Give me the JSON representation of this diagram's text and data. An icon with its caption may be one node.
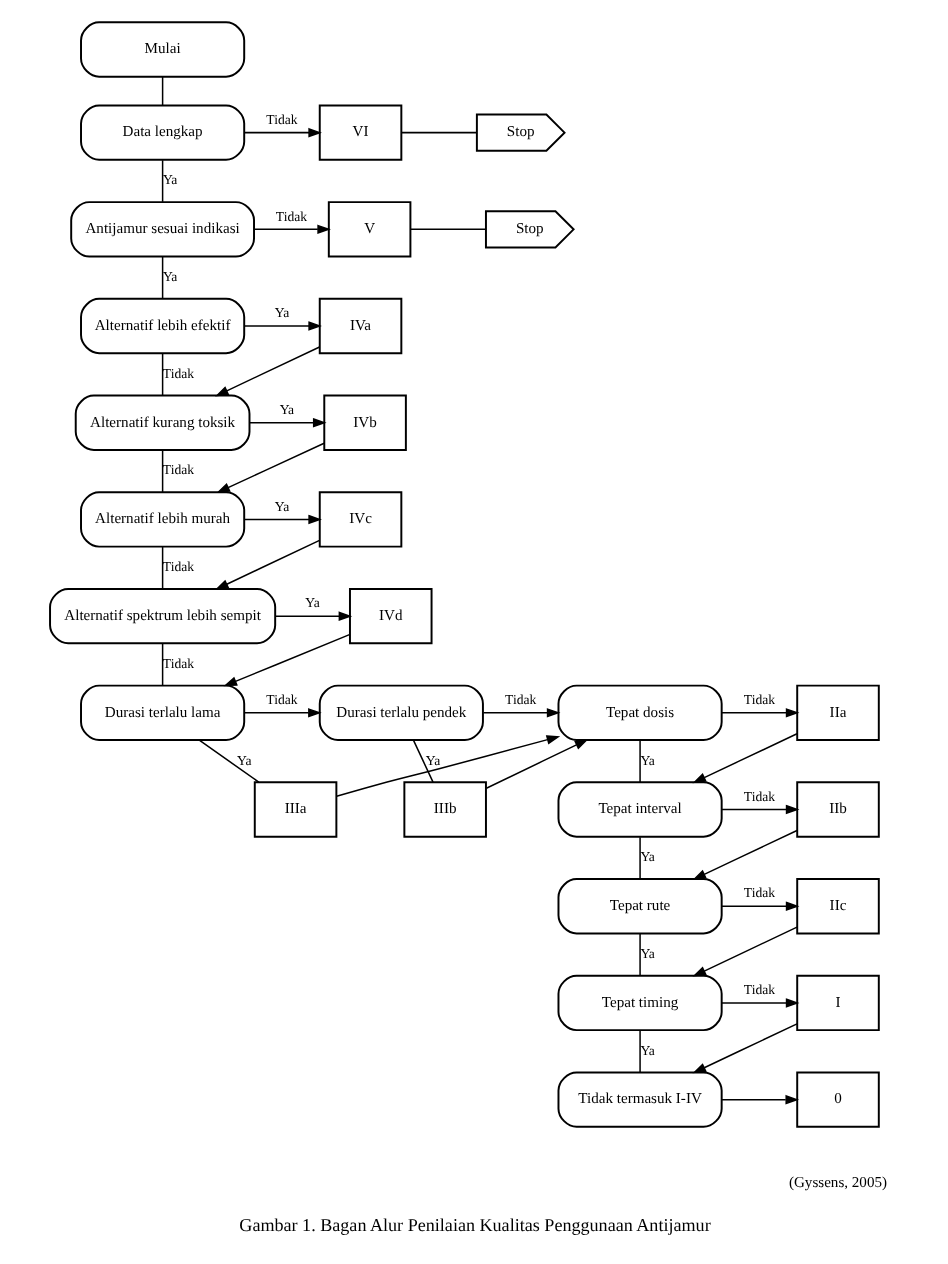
{
  "diagram": {
    "caption": "Gambar 1. Bagan Alur Penilaian Kualitas Penggunaan Antijamur",
    "nodes": [
      {
        "text": [
          "Mulai"
        ]
      },
      {
        "text": [
          "Data lengkap"
        ]
      },
      {
        "text": [
          "VI"
        ]
      },
      {
        "text": [
          "Stop"
        ]
      },
      {
        "text": [
          "Antijamur sesuai indikasi"
        ]
      },
      {
        "text": [
          "V"
        ]
      },
      {
        "text": [
          "Stop"
        ]
      },
      {
        "text": [
          "Alternatif lebih efektif"
        ]
      },
      {
        "text": [
          "IVa"
        ]
      },
      {
        "text": [
          "Alternatif kurang toksik"
        ]
      },
      {
        "text": [
          "IVb"
        ]
      },
      {
        "text": [
          "Alternatif lebih murah"
        ]
      },
      {
        "text": [
          "IVc"
        ]
      },
      {
        "text": [
          "Alternatif spektrum lebih sempit"
        ]
      },
      {
        "text": [
          "IVd"
        ]
      },
      {
        "text": [
          "Durasi terlalu lama"
        ]
      },
      {
        "text": [
          "Durasi terlalu pendek"
        ]
      },
      {
        "text": [
          "IIIa"
        ]
      },
      {
        "text": [
          "IIIb"
        ]
      },
      {
        "text": [
          "Tepat dosis"
        ]
      },
      {
        "text": [
          "IIa"
        ]
      },
      {
        "text": [
          "Tepat interval"
        ]
      },
      {
        "text": [
          "IIb"
        ]
      },
      {
        "text": [
          "Tepat rute"
        ]
      },
      {
        "text": [
          "IIc"
        ]
      },
      {
        "text": [
          "Tepat timing"
        ]
      },
      {
        "text": [
          "I"
        ]
      },
      {
        "text": [
          "Tidak termasuk I-IV"
        ]
      },
      {
        "text": [
          "0"
        ]
      }
    ],
    "edges": [
      {
        "from": 0,
        "to": 1,
        "arrow": "none"
      },
      {
        "from": 1,
        "to": 2,
        "arrow": "to",
        "label": "Tidak"
      },
      {
        "from": 2,
        "to": 3,
        "arrow": "none"
      },
      {
        "from": 1,
        "to": 4,
        "arrow": "none",
        "label": "Ya"
      },
      {
        "from": 4,
        "to": 5,
        "arrow": "to",
        "label": "Tidak"
      },
      {
        "from": 5,
        "to": 6,
        "arrow": "none"
      },
      {
        "from": 4,
        "to": 7,
        "arrow": "none",
        "label": "Ya"
      },
      {
        "from": 7,
        "to": 8,
        "arrow": "to",
        "label": "Ya"
      },
      {
        "from": 8,
        "to": 9,
        "arrow": "to"
      },
      {
        "from": 7,
        "to": 9,
        "arrow": "none",
        "label": "Tidak"
      },
      {
        "from": 9,
        "to": 10,
        "arrow": "to",
        "label": "Ya"
      },
      {
        "from": 10,
        "to": 11,
        "arrow": "to"
      },
      {
        "from": 9,
        "to": 11,
        "arrow": "none",
        "label": "Tidak"
      },
      {
        "from": 11,
        "to": 12,
        "arrow": "to",
        "label": "Ya"
      },
      {
        "from": 12,
        "to": 13,
        "arrow": "to"
      },
      {
        "from": 11,
        "to": 13,
        "arrow": "none",
        "label": "Tidak"
      },
      {
        "from": 13,
        "to": 14,
        "arrow": "to",
        "label": "Ya"
      },
      {
        "from": 14,
        "to": 15,
        "arrow": "to"
      },
      {
        "from": 13,
        "to": 15,
        "arrow": "none",
        "label": "Tidak"
      },
      {
        "from": 15,
        "to": 16,
        "arrow": "to",
        "label": "Tidak"
      },
      {
        "from": 15,
        "to": 17,
        "arrow": "none",
        "label": "Ya"
      },
      {
        "from": 16,
        "to": 18,
        "arrow": "none",
        "label": "Ya"
      },
      {
        "from": 16,
        "to": 19,
        "arrow": "to",
        "label": "Tidak"
      },
      {
        "from": 17,
        "to": 19,
        "arrow": "to"
      },
      {
        "from": 18,
        "to": 19,
        "arrow": "to"
      },
      {
        "from": 19,
        "to": 20,
        "arrow": "to",
        "label": "Tidak"
      },
      {
        "from": 20,
        "to": 21,
        "arrow": "to"
      },
      {
        "from": 19,
        "to": 21,
        "arrow": "none",
        "label": "Ya"
      },
      {
        "from": 21,
        "to": 22,
        "arrow": "to",
        "label": "Tidak"
      },
      {
        "from": 22,
        "to": 23,
        "arrow": "to"
      },
      {
        "from": 21,
        "to": 23,
        "arrow": "none",
        "label": "Ya"
      },
      {
        "from": 23,
        "to": 24,
        "arrow": "to",
        "label": "Tidak"
      },
      {
        "from": 24,
        "to": 25,
        "arrow": "to"
      },
      {
        "from": 23,
        "to": 25,
        "arrow": "none",
        "label": "Ya"
      },
      {
        "from": 25,
        "to": 26,
        "arrow": "to",
        "label": "Tidak"
      },
      {
        "from": 26,
        "to": 27,
        "arrow": "to"
      },
      {
        "from": 25,
        "to": 27,
        "arrow": "none",
        "label": "Ya"
      },
      {
        "from": 27,
        "to": 28,
        "arrow": "to"
      }
    ],
    "labels": [
      "(Gyssens, 2005)"
    ]
  }
}
